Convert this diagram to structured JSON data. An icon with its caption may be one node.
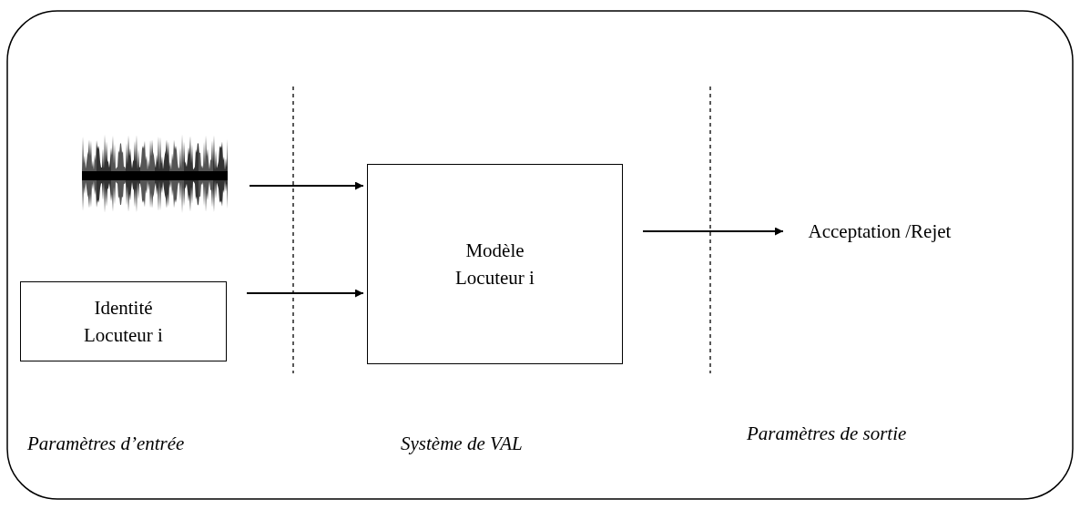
{
  "diagram": {
    "nodes": [
      {
        "text": [],
        "shape": "picture"
      },
      {
        "text": [
          "Identité Locuteur i"
        ]
      },
      {
        "text": [
          "Modèle Locuteur i"
        ]
      },
      {
        "text": [
          "Acceptation /Rejet"
        ]
      }
    ],
    "edges": [
      {
        "from": 0,
        "to": 2,
        "arrow": "to"
      },
      {
        "from": 1,
        "to": 2,
        "arrow": "to"
      },
      {
        "from": 2,
        "to": 3,
        "arrow": "to"
      }
    ],
    "labels": [
      "Paramètres d’entrée",
      "Système de VAL",
      "Paramètres de sortie"
    ]
  }
}
